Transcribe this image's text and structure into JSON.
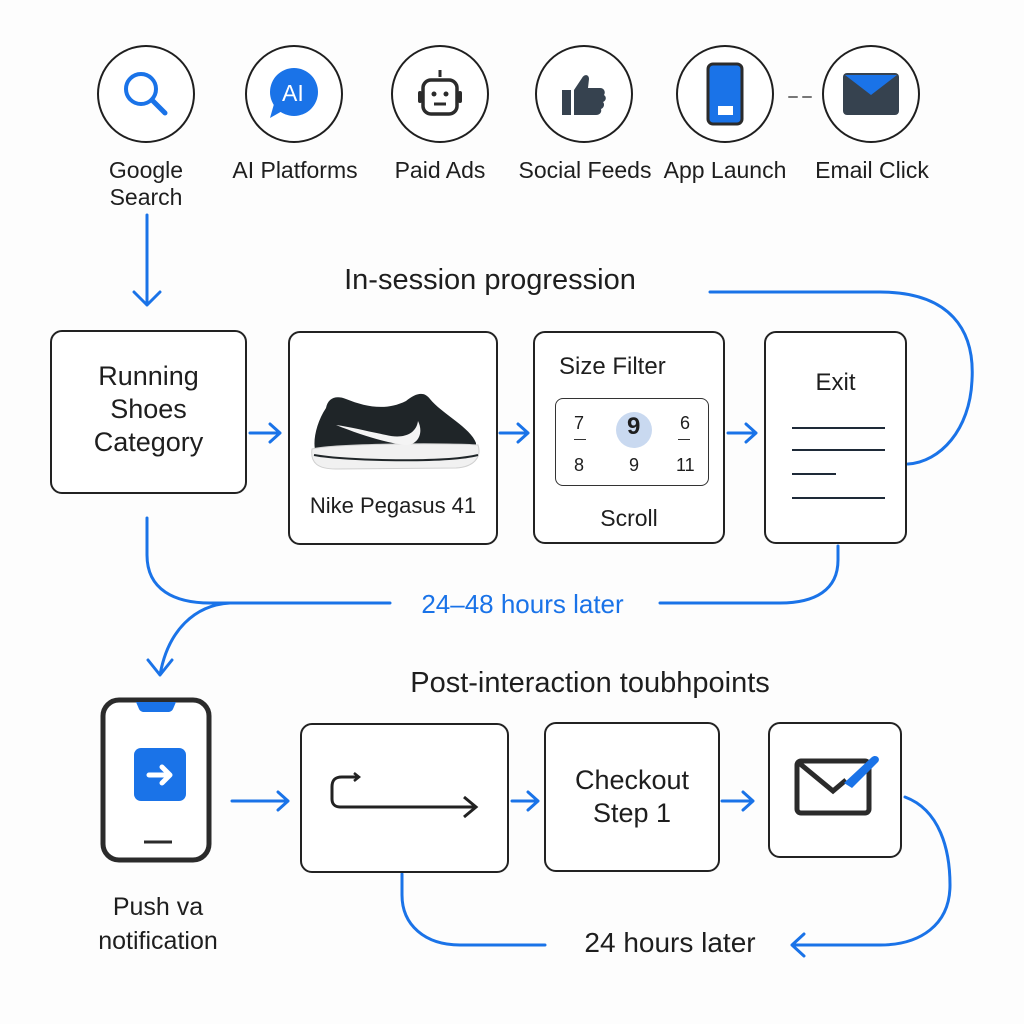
{
  "accent_color": "#1a73e8",
  "sources": [
    {
      "label": "Google Search",
      "icon": "search-icon"
    },
    {
      "label": "AI Platforms",
      "icon": "ai-chat-icon",
      "badge": "AI"
    },
    {
      "label": "Paid Ads",
      "icon": "robot-icon"
    },
    {
      "label": "Social Feeds",
      "icon": "thumbs-up-icon"
    },
    {
      "label": "App Launch",
      "icon": "smartphone-icon"
    },
    {
      "label": "Email Click",
      "icon": "envelope-icon"
    }
  ],
  "in_session": {
    "title": "In-session progression",
    "steps": [
      {
        "label": "Running Shoes Category"
      },
      {
        "label": "Nike Pegasus 41",
        "icon": "sneaker-icon"
      },
      {
        "label": "Size Filter",
        "sub_label": "Scroll",
        "sizes_top": [
          "7",
          "9",
          "6"
        ],
        "sizes_bottom": [
          "8",
          "9",
          "11"
        ],
        "selected": "9"
      },
      {
        "label": "Exit",
        "icon": "document-lines-icon"
      }
    ]
  },
  "delay_1": "24–48 hours later",
  "post_interaction": {
    "title": "Post-interaction toubhpoints",
    "steps": [
      {
        "label": "Push va notification",
        "icon": "phone-push-icon"
      },
      {
        "label": "",
        "icon": "redirect-arrow-icon"
      },
      {
        "label": "Checkout Step 1"
      },
      {
        "label": "",
        "icon": "email-edit-icon"
      }
    ]
  },
  "delay_2": "24 hours later"
}
